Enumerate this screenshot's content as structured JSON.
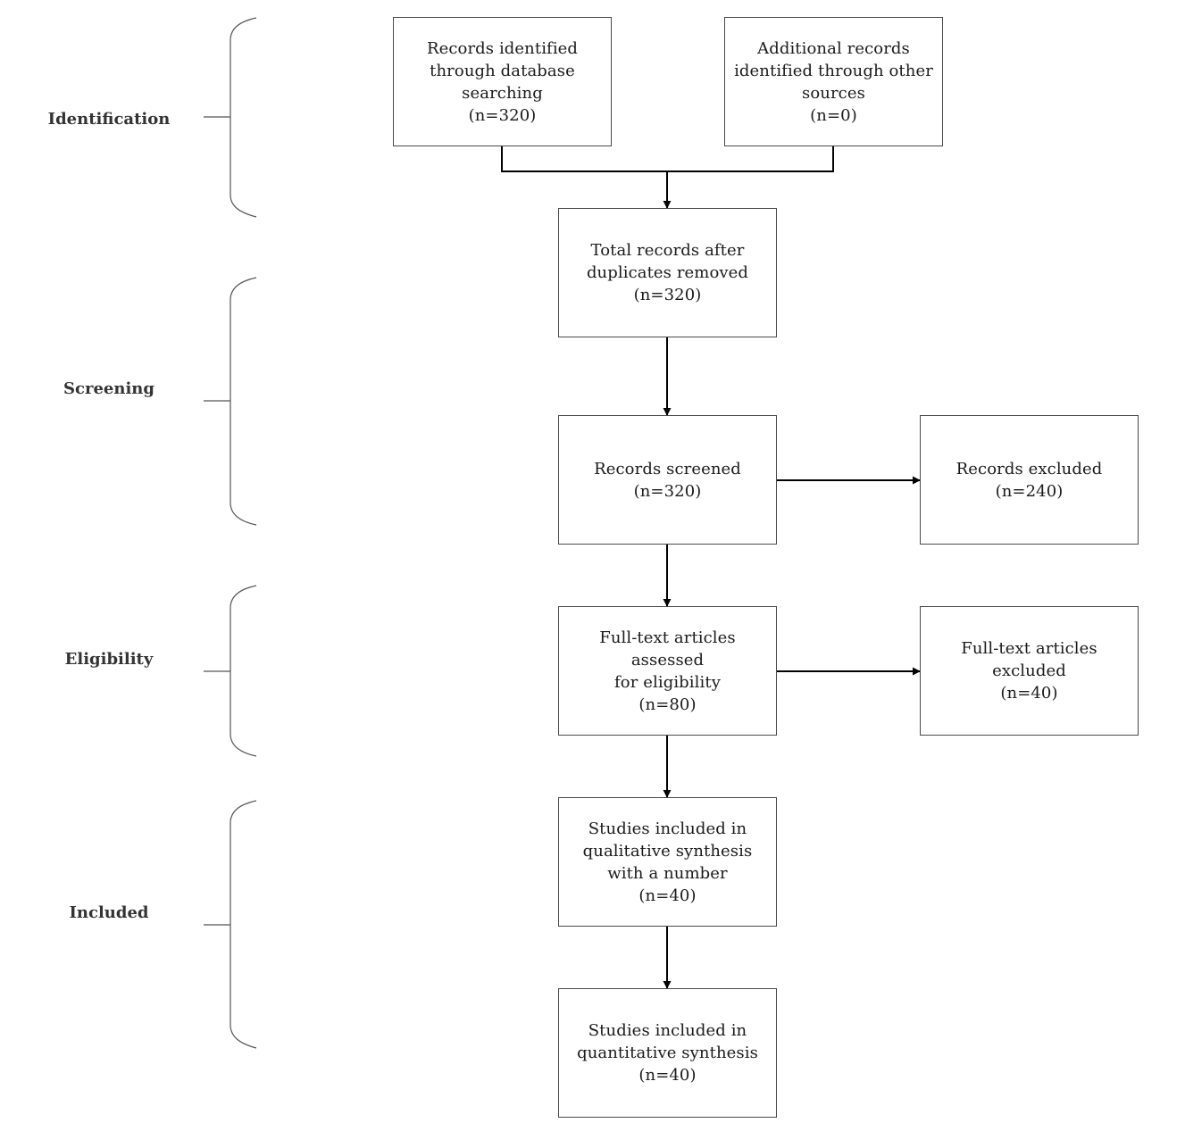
{
  "stages": {
    "identification": "Identification",
    "screening": "Screening",
    "eligibility": "Eligibility",
    "included": "Included"
  },
  "boxes": {
    "database": [
      "Records identified",
      "through database",
      "searching",
      "(n=320)"
    ],
    "other_sources": [
      "Additional records",
      "identified through other",
      "sources",
      "(n=0)"
    ],
    "after_duplicates": [
      "Total records after",
      "duplicates removed",
      "(n=320)"
    ],
    "screened": [
      "Records screened",
      "(n=320)"
    ],
    "excluded": [
      "Records excluded",
      "(n=240)"
    ],
    "fulltext_assessed": [
      "Full-text articles assessed",
      "for eligibility",
      "(n=80)"
    ],
    "fulltext_excluded": [
      "Full-text articles",
      "excluded",
      "(n=40)"
    ],
    "qualitative": [
      "Studies included in",
      "qualitative synthesis",
      "with a number",
      "(n=40)"
    ],
    "quantitative": [
      "Studies included in",
      "quantitative synthesis",
      "(n=40)"
    ]
  }
}
